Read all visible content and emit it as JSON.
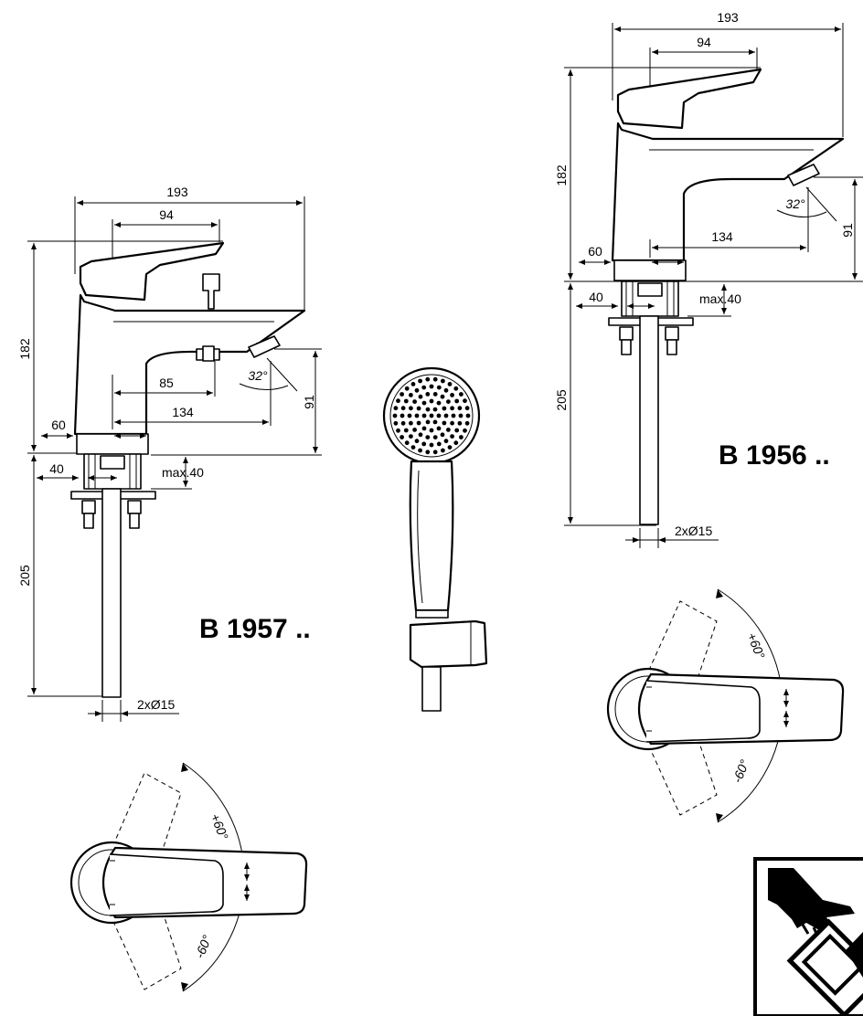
{
  "models": {
    "left": "B 1957 ..",
    "right": "B 1956 .."
  },
  "left": {
    "width": "193",
    "lever": "94",
    "height": "182",
    "below": "205",
    "center": "60",
    "spout_depth": "134",
    "diverter": "85",
    "spout_height": "91",
    "angle": "32°",
    "base": "40",
    "max_thickness": "max.40",
    "pipes": "2xØ15",
    "rotation_plus": "+60°",
    "rotation_minus": "-60°"
  },
  "right": {
    "width": "193",
    "lever": "94",
    "height": "182",
    "below": "205",
    "center": "60",
    "spout_depth": "134",
    "spout_height": "91",
    "angle": "32°",
    "base": "40",
    "max_thickness": "max.40",
    "pipes": "2xØ15",
    "rotation_plus": "+60°",
    "rotation_minus": "-60°"
  },
  "icons": [
    "hand-shower-icon",
    "clean-with-cloth-icon"
  ]
}
